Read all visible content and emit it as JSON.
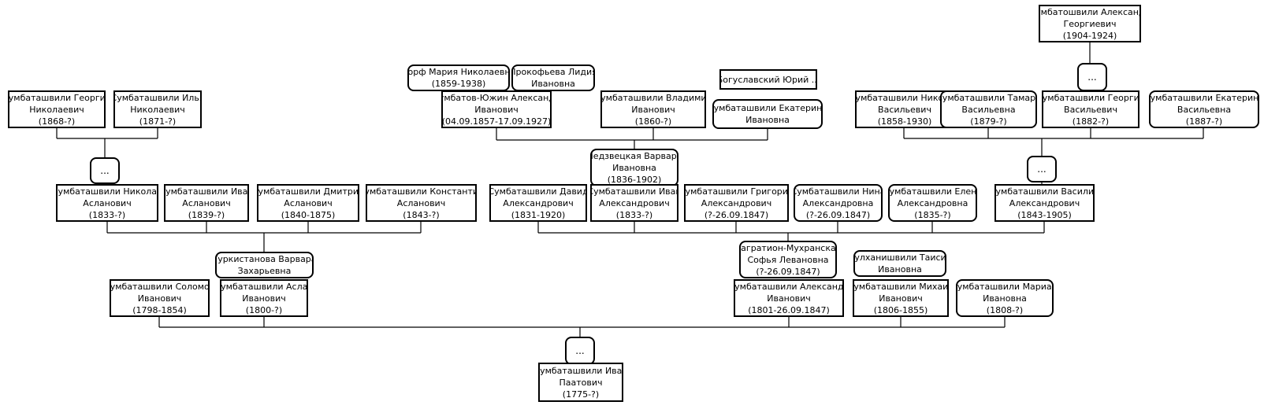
{
  "nodes": {
    "sumb_aleksandr_g": [
      "Сумбатошвили Александр",
      "Георгиевич",
      "(1904-1924)"
    ],
    "ell_top_right": [
      "..."
    ],
    "sumb_georgiy_n": [
      "Сумбаташвили Георгий",
      "Николаевич",
      "(1868-?)"
    ],
    "sumb_ilya_n": [
      "Сумбаташвили Илья",
      "Николаевич",
      "(1871-?)"
    ],
    "korf_maria": [
      "Корф Мария Николаевна",
      "(1859-1938)"
    ],
    "prokofyeva_lidia": [
      "Прокофьева Лидия",
      "Ивановна"
    ],
    "sumbatov_yuzhin": [
      "Сумбатов-Южин Александр",
      "Иванович",
      "(04.09.1857-17.09.1927)"
    ],
    "sumb_vladimir": [
      "Сумбаташвили Владимир",
      "Иванович",
      "(1860-?)"
    ],
    "boguslavsky_yuri": [
      "Богуславский Юрий ..."
    ],
    "sumb_ekaterina_i": [
      "Сумбаташвили Екатерина",
      "Ивановна"
    ],
    "sumb_nikolay_v": [
      "Сумбаташвили Николай",
      "Васильевич",
      "(1858-1930)"
    ],
    "sumb_tamara_v": [
      "Сумбаташвили Тамара",
      "Васильевна",
      "(1879-?)"
    ],
    "sumb_georgiy_v": [
      "Сумбаташвили Георгий",
      "Васильевич",
      "(1882-?)"
    ],
    "sumb_ekaterina_v": [
      "Сумбаташвили Екатерина",
      "Васильевна",
      "(1887-?)"
    ],
    "ell_left": [
      "..."
    ],
    "nedzvetskaya": [
      "Недзвецкая Варвара",
      "Ивановна",
      "(1836-1902)"
    ],
    "ell_right": [
      "..."
    ],
    "sumb_nikolay_a": [
      "Сумбаташвили Николай",
      "Асланович",
      "(1833-?)"
    ],
    "sumb_ivan_a": [
      "Сумбаташвили Иван",
      "Асланович",
      "(1839-?)"
    ],
    "sumb_dmitriy_a": [
      "Сумбаташвили Дмитрий",
      "Асланович",
      "(1840-1875)"
    ],
    "sumb_konstantin_a": [
      "Сумбаташвили Константин",
      "Асланович",
      "(1843-?)"
    ],
    "sumb_david_al": [
      "Сумбаташвили Давид",
      "Александрович",
      "(1831-1920)"
    ],
    "sumb_ivan_al": [
      "Сумбаташвили Иван",
      "Александрович",
      "(1833-?)"
    ],
    "sumb_grigoriy_al": [
      "Сумбаташвили Григорий",
      "Александрович",
      "(?-26.09.1847)"
    ],
    "sumb_nina_al": [
      "Сумбаташвили Нина",
      "Александровна",
      "(?-26.09.1847)"
    ],
    "sumb_elena_al": [
      "Сумбаташвили Елена",
      "Александровна",
      "(1835-?)"
    ],
    "sumb_vasiliy_al": [
      "Сумбаташвили Василий",
      "Александрович",
      "(1843-1905)"
    ],
    "turkistanova": [
      "Туркистанова Варвара",
      "Захарьевна"
    ],
    "bagration": [
      "Багратион-Мухранская",
      "Софья Левановна",
      "(?-26.09.1847)"
    ],
    "sulkhanishvili": [
      "Сулханишвили Таисия",
      "Ивановна"
    ],
    "sumb_solomon": [
      "Сумбаташвили Соломон",
      "Иванович",
      "(1798-1854)"
    ],
    "sumb_aslan": [
      "Сумбаташвили Аслан",
      "Иванович",
      "(1800-?)"
    ],
    "sumb_aleksandr_i": [
      "Сумбаташвили Александр",
      "Иванович",
      "(1801-26.09.1847)"
    ],
    "sumb_mikhail_i": [
      "Сумбаташвили Михаил",
      "Иванович",
      "(1806-1855)"
    ],
    "sumb_mariam_i": [
      "Сумбаташвили Мариам",
      "Ивановна",
      "(1808-?)"
    ],
    "ell_bottom": [
      "..."
    ],
    "sumb_ivan_p": [
      "Сумбаташвили Иван",
      "Паатович",
      "(1775-?)"
    ]
  }
}
